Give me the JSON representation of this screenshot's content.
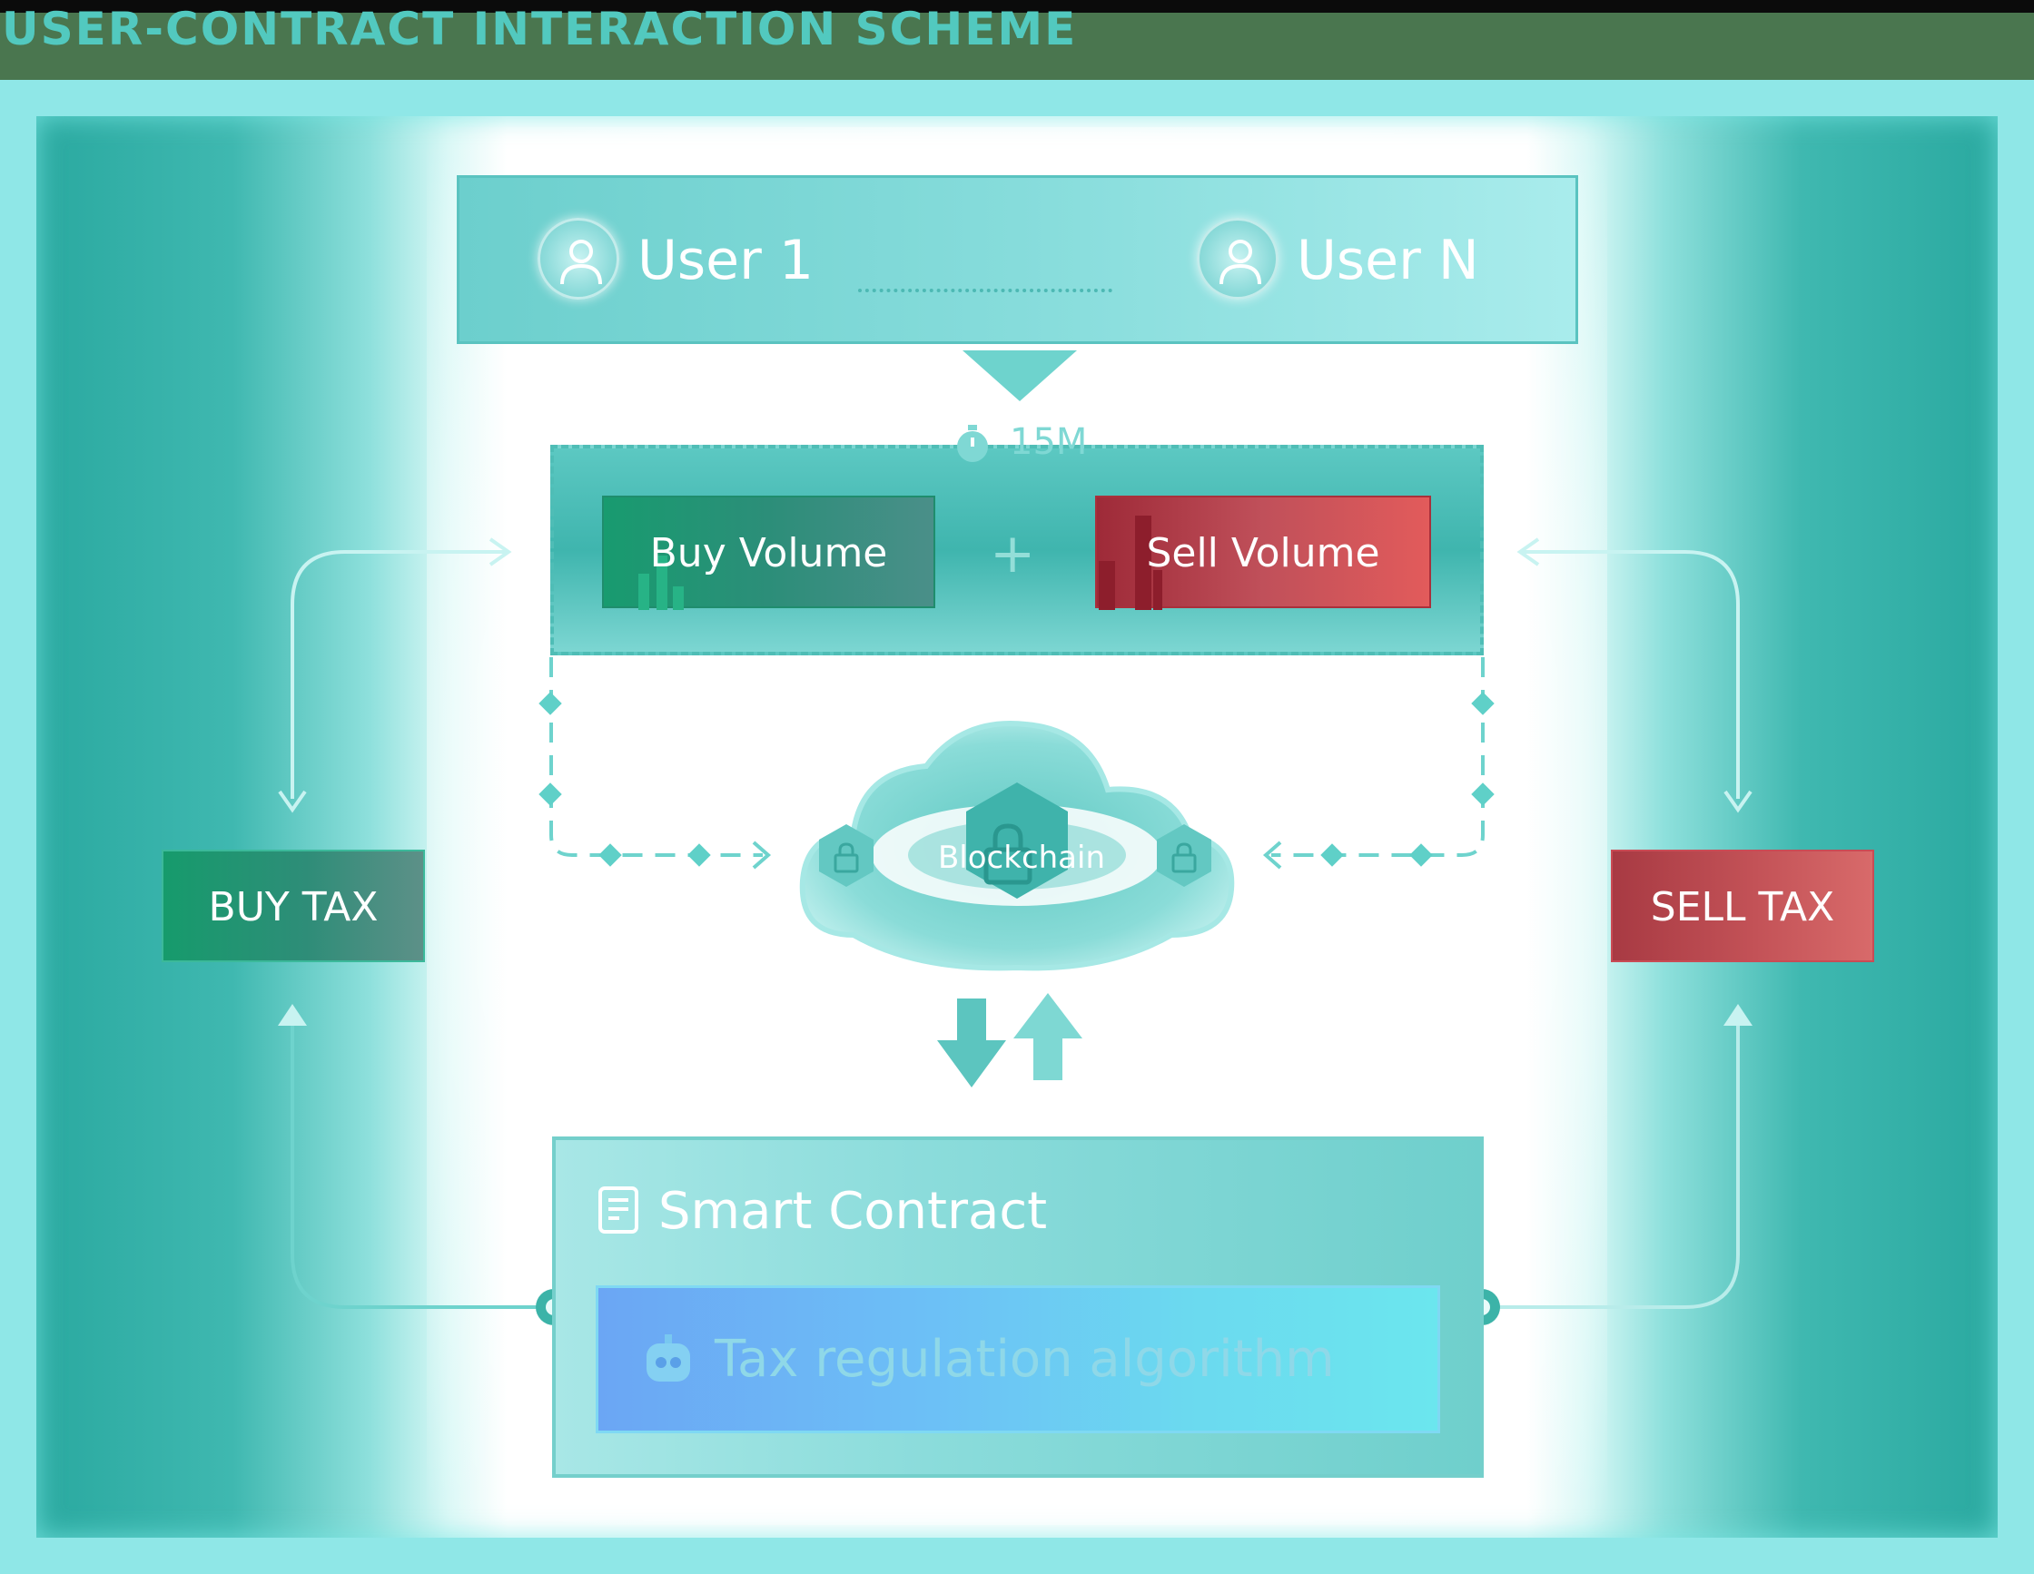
{
  "header": {
    "title": "USER-CONTRACT INTERACTION SCHEME"
  },
  "users": {
    "first_label": "User 1",
    "last_label": "User N"
  },
  "volume": {
    "timer": "15M",
    "buy_label": "Buy Volume",
    "sell_label": "Sell Volume",
    "combine_symbol": "+"
  },
  "blockchain": {
    "label": "Blockchain"
  },
  "taxes": {
    "buy_label": "BUY TAX",
    "sell_label": "SELL TAX"
  },
  "contract": {
    "title": "Smart Contract",
    "algorithm_label": "Tax regulation algorithm"
  },
  "colors": {
    "title": "#52c9bf",
    "title_bar": "#4a764f",
    "frame": "#8fe7e7",
    "teal": "#2aa9a0",
    "buy_green": "#189b6f",
    "sell_red": "#c0505a",
    "algorithm_blue": "#6ba6f4"
  },
  "icons": [
    "user-icon",
    "stopwatch-icon",
    "lock-icon",
    "document-icon",
    "robot-icon"
  ]
}
